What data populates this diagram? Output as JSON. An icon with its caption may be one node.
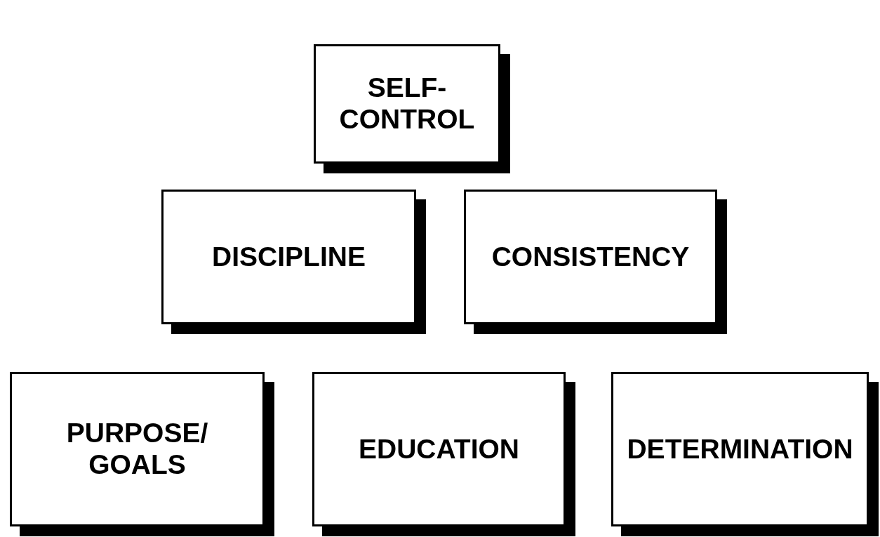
{
  "diagram": {
    "nodes": [
      {
        "text": [
          "SELF-CONTROL"
        ]
      },
      {
        "text": [
          "DISCIPLINE"
        ]
      },
      {
        "text": [
          "CONSISTENCY"
        ]
      },
      {
        "text": [
          "PURPOSE/ GOALS"
        ]
      },
      {
        "text": [
          "EDUCATION"
        ]
      },
      {
        "text": [
          "DETERMINATION"
        ]
      }
    ]
  }
}
